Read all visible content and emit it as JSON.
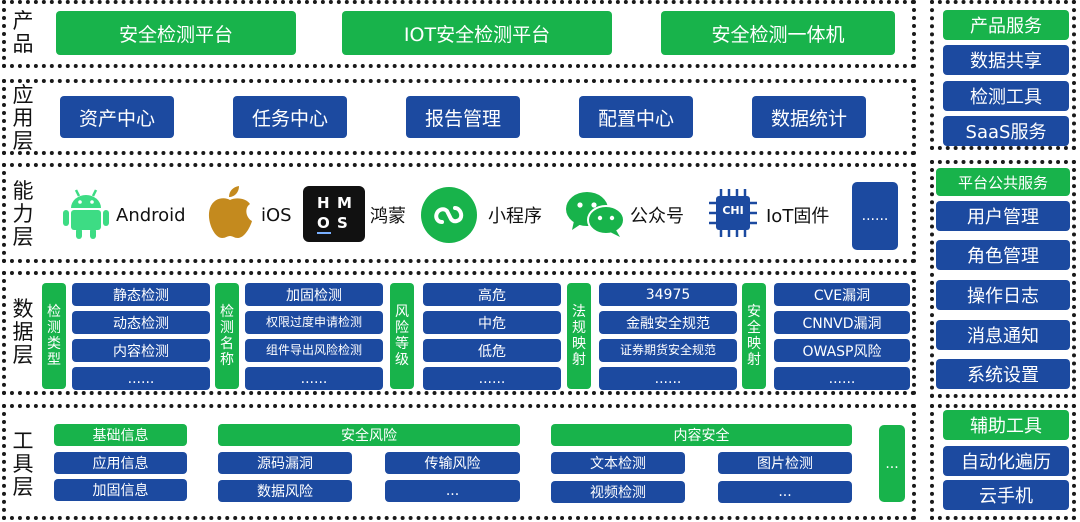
{
  "layers": {
    "product": {
      "label": "产\n品",
      "items": [
        "安全检测平台",
        "IOT安全检测平台",
        "安全检测一体机"
      ]
    },
    "application": {
      "label": "应\n用\n层",
      "items": [
        "资产中心",
        "任务中心",
        "报告管理",
        "配置中心",
        "数据统计"
      ]
    },
    "capability": {
      "label": "能\n力\n层",
      "items": [
        "Android",
        "iOS",
        "鸿蒙",
        "小程序",
        "公众号",
        "IoT固件",
        "......"
      ],
      "hmos_letters": [
        "H",
        "M",
        "O",
        "S"
      ],
      "chip_text": "CHI"
    },
    "data": {
      "label": "数\n据\n层",
      "groups": [
        {
          "title": "检\n测\n类\n型",
          "items": [
            "静态检测",
            "动态检测",
            "内容检测",
            "......"
          ]
        },
        {
          "title": "检\n测\n名\n称",
          "items": [
            "加固检测",
            "权限过度申请检测",
            "组件导出风险检测",
            "......"
          ]
        },
        {
          "title": "风\n险\n等\n级",
          "items": [
            "高危",
            "中危",
            "低危",
            "......"
          ]
        },
        {
          "title": "法\n规\n映\n射",
          "items": [
            "34975",
            "金融安全规范",
            "证券期货安全规范",
            "......"
          ]
        },
        {
          "title": "安\n全\n映\n射",
          "items": [
            "CVE漏洞",
            "CNNVD漏洞",
            "OWASP风险",
            "......"
          ]
        }
      ]
    },
    "tools": {
      "label": "工\n具\n层",
      "basic": {
        "title": "基础信息",
        "items": [
          "应用信息",
          "加固信息"
        ]
      },
      "security_risk": {
        "title": "安全风险",
        "items": [
          "源码漏洞",
          "传输风险",
          "数据风险",
          "..."
        ]
      },
      "content_security": {
        "title": "内容安全",
        "items": [
          "文本检测",
          "图片检测",
          "视频检测",
          "..."
        ]
      },
      "more": "..."
    }
  },
  "sidebar": {
    "product_services": {
      "title": "产品服务",
      "items": [
        "数据共享",
        "检测工具",
        "SaaS服务"
      ]
    },
    "platform_services": {
      "title": "平台公共服务",
      "items": [
        "用户管理",
        "角色管理",
        "操作日志",
        "消息通知",
        "系统设置"
      ]
    },
    "aux_tools": {
      "title": "辅助工具",
      "items": [
        "自动化遍历",
        "云手机"
      ]
    }
  },
  "colors": {
    "green": "#18b34b",
    "blue": "#1c4aa0",
    "border": "#1a1a1a"
  },
  "icons": [
    "android-icon",
    "apple-icon",
    "harmonyos-icon",
    "mini-program-icon",
    "wechat-icon",
    "chip-icon"
  ]
}
